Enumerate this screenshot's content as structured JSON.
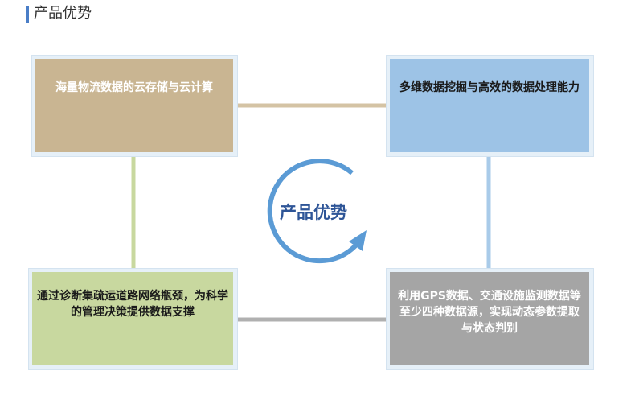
{
  "header": {
    "title": "产品优势"
  },
  "diagram": {
    "center_label": "产品优势",
    "nodes": {
      "top_left": "海量物流数据的云存储与云计算",
      "top_right": "多维数据挖掘与高效的数据处理能力",
      "bottom_left": "通过诊断集疏运道路网络瓶颈，为科学的管理决策提供数据支撑",
      "bottom_right": "利用GPS数据、交通设施监测数据等至少四种数据源，实现动态参数提取与状态判别"
    },
    "colors": {
      "top_left": "#c9b592",
      "top_right": "#9dc3e6",
      "bottom_left": "#c8d89f",
      "bottom_right": "#a5a5a5",
      "cycle_arrow": "#5b9bd5",
      "center_text": "#2e5597"
    }
  }
}
